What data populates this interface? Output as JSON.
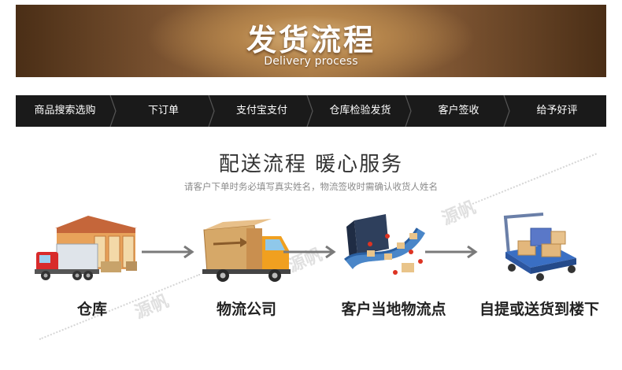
{
  "banner": {
    "title": "发货流程",
    "subtitle": "Delivery process"
  },
  "steps": [
    {
      "label": "商品搜索选购"
    },
    {
      "label": "下订单"
    },
    {
      "label": "支付宝支付"
    },
    {
      "label": "仓库检验发货"
    },
    {
      "label": "客户签收"
    },
    {
      "label": "给予好评"
    }
  ],
  "section": {
    "heading": "配送流程  暖心服务",
    "note": "请客户下单时务必填写真实姓名，物流签收时需确认收货人姓名"
  },
  "watermark": {
    "text": "源帆"
  },
  "flow": [
    {
      "label": "仓库",
      "icon": "warehouse-icon"
    },
    {
      "label": "物流公司",
      "icon": "delivery-truck-icon"
    },
    {
      "label": "客户当地物流点",
      "icon": "sorting-conveyor-icon"
    },
    {
      "label": "自提或送货到楼下",
      "icon": "pallet-cart-icon"
    }
  ],
  "colors": {
    "step_bar": "#1a1a1a",
    "accent_orange": "#f0a020",
    "accent_blue": "#3a6fc4",
    "arrow": "#7a7a7a"
  }
}
